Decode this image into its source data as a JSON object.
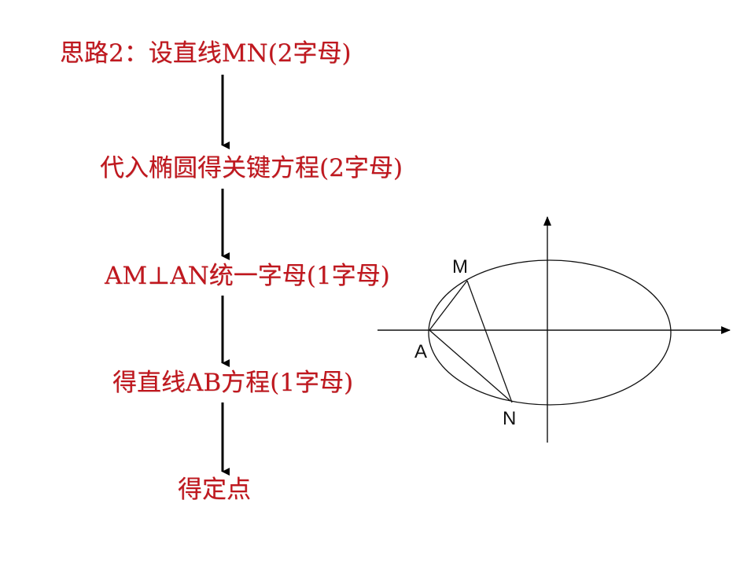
{
  "flowchart": {
    "steps": [
      {
        "label": "思路2：设直线MN(2字母)"
      },
      {
        "label": "代入椭圆得关键方程(2字母)"
      },
      {
        "label": "AM⊥AN统一字母(1字母)"
      },
      {
        "label": "得直线AB方程(1字母)"
      },
      {
        "label": "得定点"
      }
    ],
    "arrow_count": 4,
    "text_color": "#c0171e",
    "arrow_color": "#000000"
  },
  "figure": {
    "type": "ellipse-with-axes",
    "points": {
      "A": {
        "label": "A"
      },
      "M": {
        "label": "M"
      },
      "N": {
        "label": "N"
      }
    },
    "segments": [
      "AM",
      "AN",
      "MN"
    ],
    "line_color": "#111111"
  }
}
